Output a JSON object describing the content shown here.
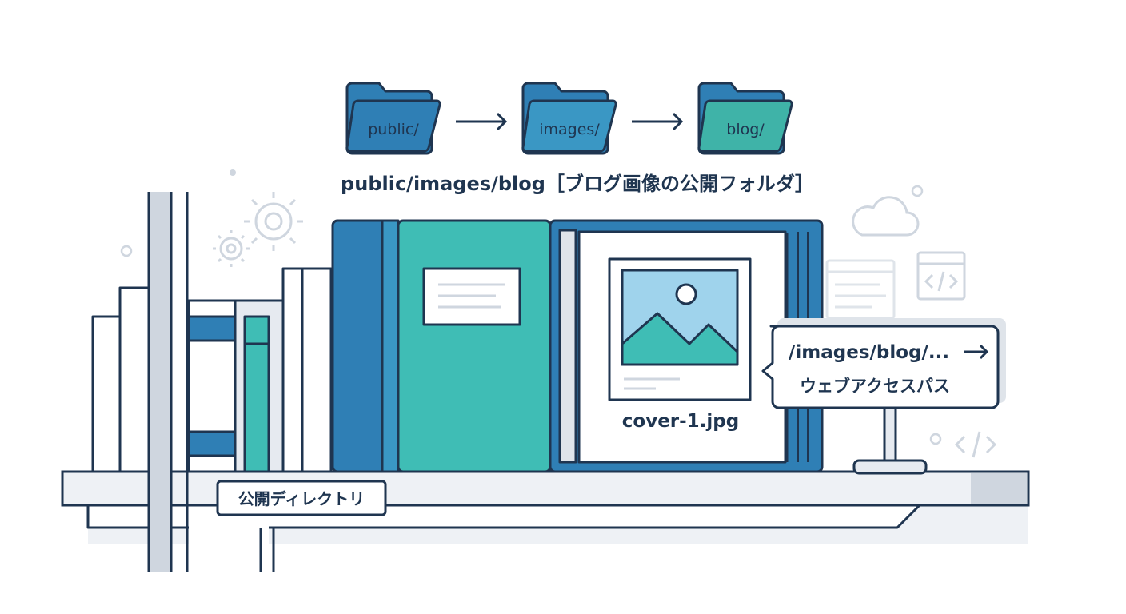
{
  "folders": [
    {
      "label": "public/",
      "color": "#2f7fb5",
      "tab_color": "#2f7fb5"
    },
    {
      "label": "images/",
      "color": "#3a97c4",
      "tab_color": "#2f7fb5"
    },
    {
      "label": "blog/",
      "color": "#3fb3a8",
      "tab_color": "#2f7fb5"
    }
  ],
  "path_caption": "public/images/blog［ブログ画像の公開フォルダ］",
  "image_filename": "cover-1.jpg",
  "callout": {
    "path": "/images/blog/...",
    "subtitle": "ウェブアクセスパス"
  },
  "shelf_label": "公開ディレクトリ",
  "colors": {
    "outline": "#1f3550",
    "blue": "#2f7fb5",
    "blue_light": "#9fd3ec",
    "teal": "#3fbdb5",
    "teal_dark": "#2fa79a",
    "gray_light": "#e6eaf0",
    "gray_mid": "#cfd6df"
  },
  "icons": [
    "gear-icon",
    "cloud-icon",
    "code-icon",
    "browser-window-icon",
    "arrow-right-icon",
    "image-icon"
  ]
}
